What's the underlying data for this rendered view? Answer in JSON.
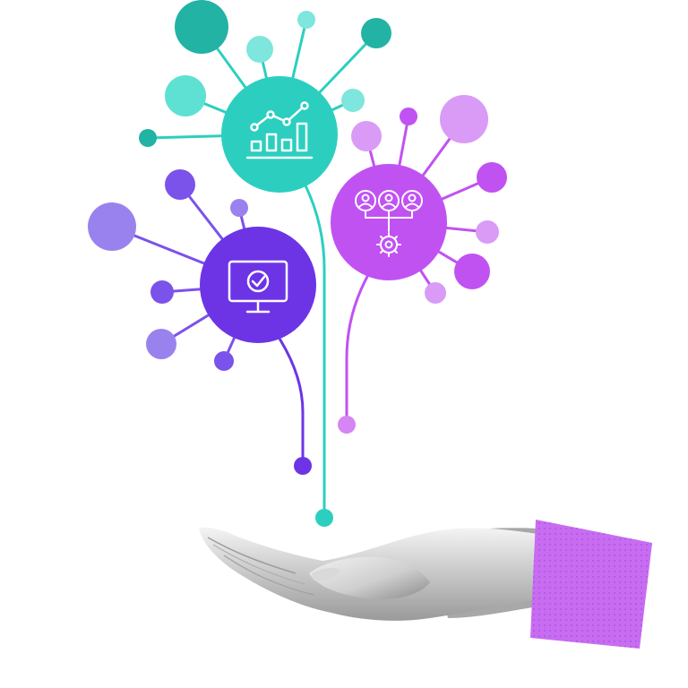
{
  "colors": {
    "background": "#ffffff",
    "teal": "#2ccfbf",
    "teal_dark": "#22b3a5",
    "teal_light": "#7ee6dc",
    "purple": "#6d34e6",
    "purple_light": "#9a82ee",
    "magenta": "#c052f2",
    "magenta_light": "#d99bf6",
    "sleeve": "#c86cf2",
    "skin_light": "#e7e7e7",
    "skin_dark": "#8c8c8c",
    "icon_stroke": "#ffffff"
  },
  "nodes": [
    {
      "id": "analytics",
      "icon": "bar-chart-trend-icon",
      "color": "teal"
    },
    {
      "id": "team-automation",
      "icon": "team-gear-icon",
      "color": "magenta"
    },
    {
      "id": "monitor-check",
      "icon": "monitor-check-icon",
      "color": "purple"
    }
  ],
  "hand": {
    "icon": "open-palm-hand",
    "sleeve_pattern": "dotted"
  }
}
